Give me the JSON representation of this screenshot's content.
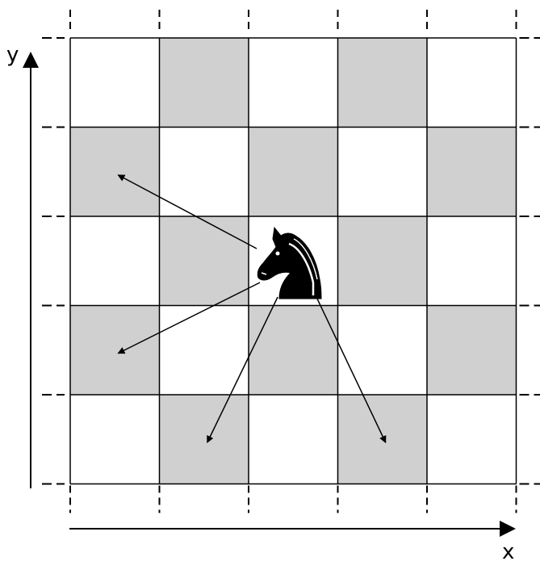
{
  "axes": {
    "x_label": "x",
    "y_label": "y"
  },
  "board": {
    "columns": 5,
    "rows": 5,
    "shaded_cells": [
      [
        1,
        0
      ],
      [
        3,
        0
      ],
      [
        0,
        1
      ],
      [
        2,
        1
      ],
      [
        4,
        1
      ],
      [
        1,
        2
      ],
      [
        3,
        2
      ],
      [
        0,
        3
      ],
      [
        2,
        3
      ],
      [
        4,
        3
      ],
      [
        1,
        4
      ],
      [
        3,
        4
      ]
    ],
    "colors": {
      "light": "#ffffff",
      "dark": "#d0d0d0",
      "line": "#000000"
    }
  },
  "knight": {
    "piece": "knight-icon",
    "cell": [
      2,
      2
    ],
    "color": "#000000"
  },
  "moves": [
    {
      "name": "move-arrow-up-left",
      "to": [
        0.5,
        1.5
      ]
    },
    {
      "name": "move-arrow-down-left",
      "to": [
        0.5,
        3.5
      ]
    },
    {
      "name": "move-arrow-down-left-2",
      "to": [
        1.5,
        4.5
      ]
    },
    {
      "name": "move-arrow-down-right",
      "to": [
        3.5,
        4.5
      ]
    }
  ]
}
